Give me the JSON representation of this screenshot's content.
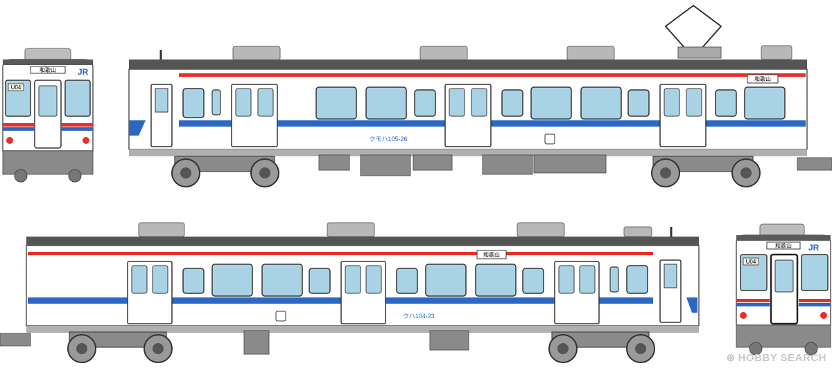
{
  "train_upper": {
    "car_number": "クモハ105-26",
    "destination": "和歌山",
    "brand": "JR",
    "front_number": "U04"
  },
  "train_lower": {
    "car_number": "クハ104-23",
    "destination": "和歌山",
    "brand": "JR",
    "front_number": "U04"
  },
  "watermark": "HOBBY SEARCH",
  "colors": {
    "body": "#ffffff",
    "red_stripe": "#e8302a",
    "blue_stripe": "#2a68c4",
    "window": "#a9d3e4",
    "roof": "#555555",
    "underframe": "#8a8a8a",
    "roof_equipment": "#b8b8b8"
  }
}
